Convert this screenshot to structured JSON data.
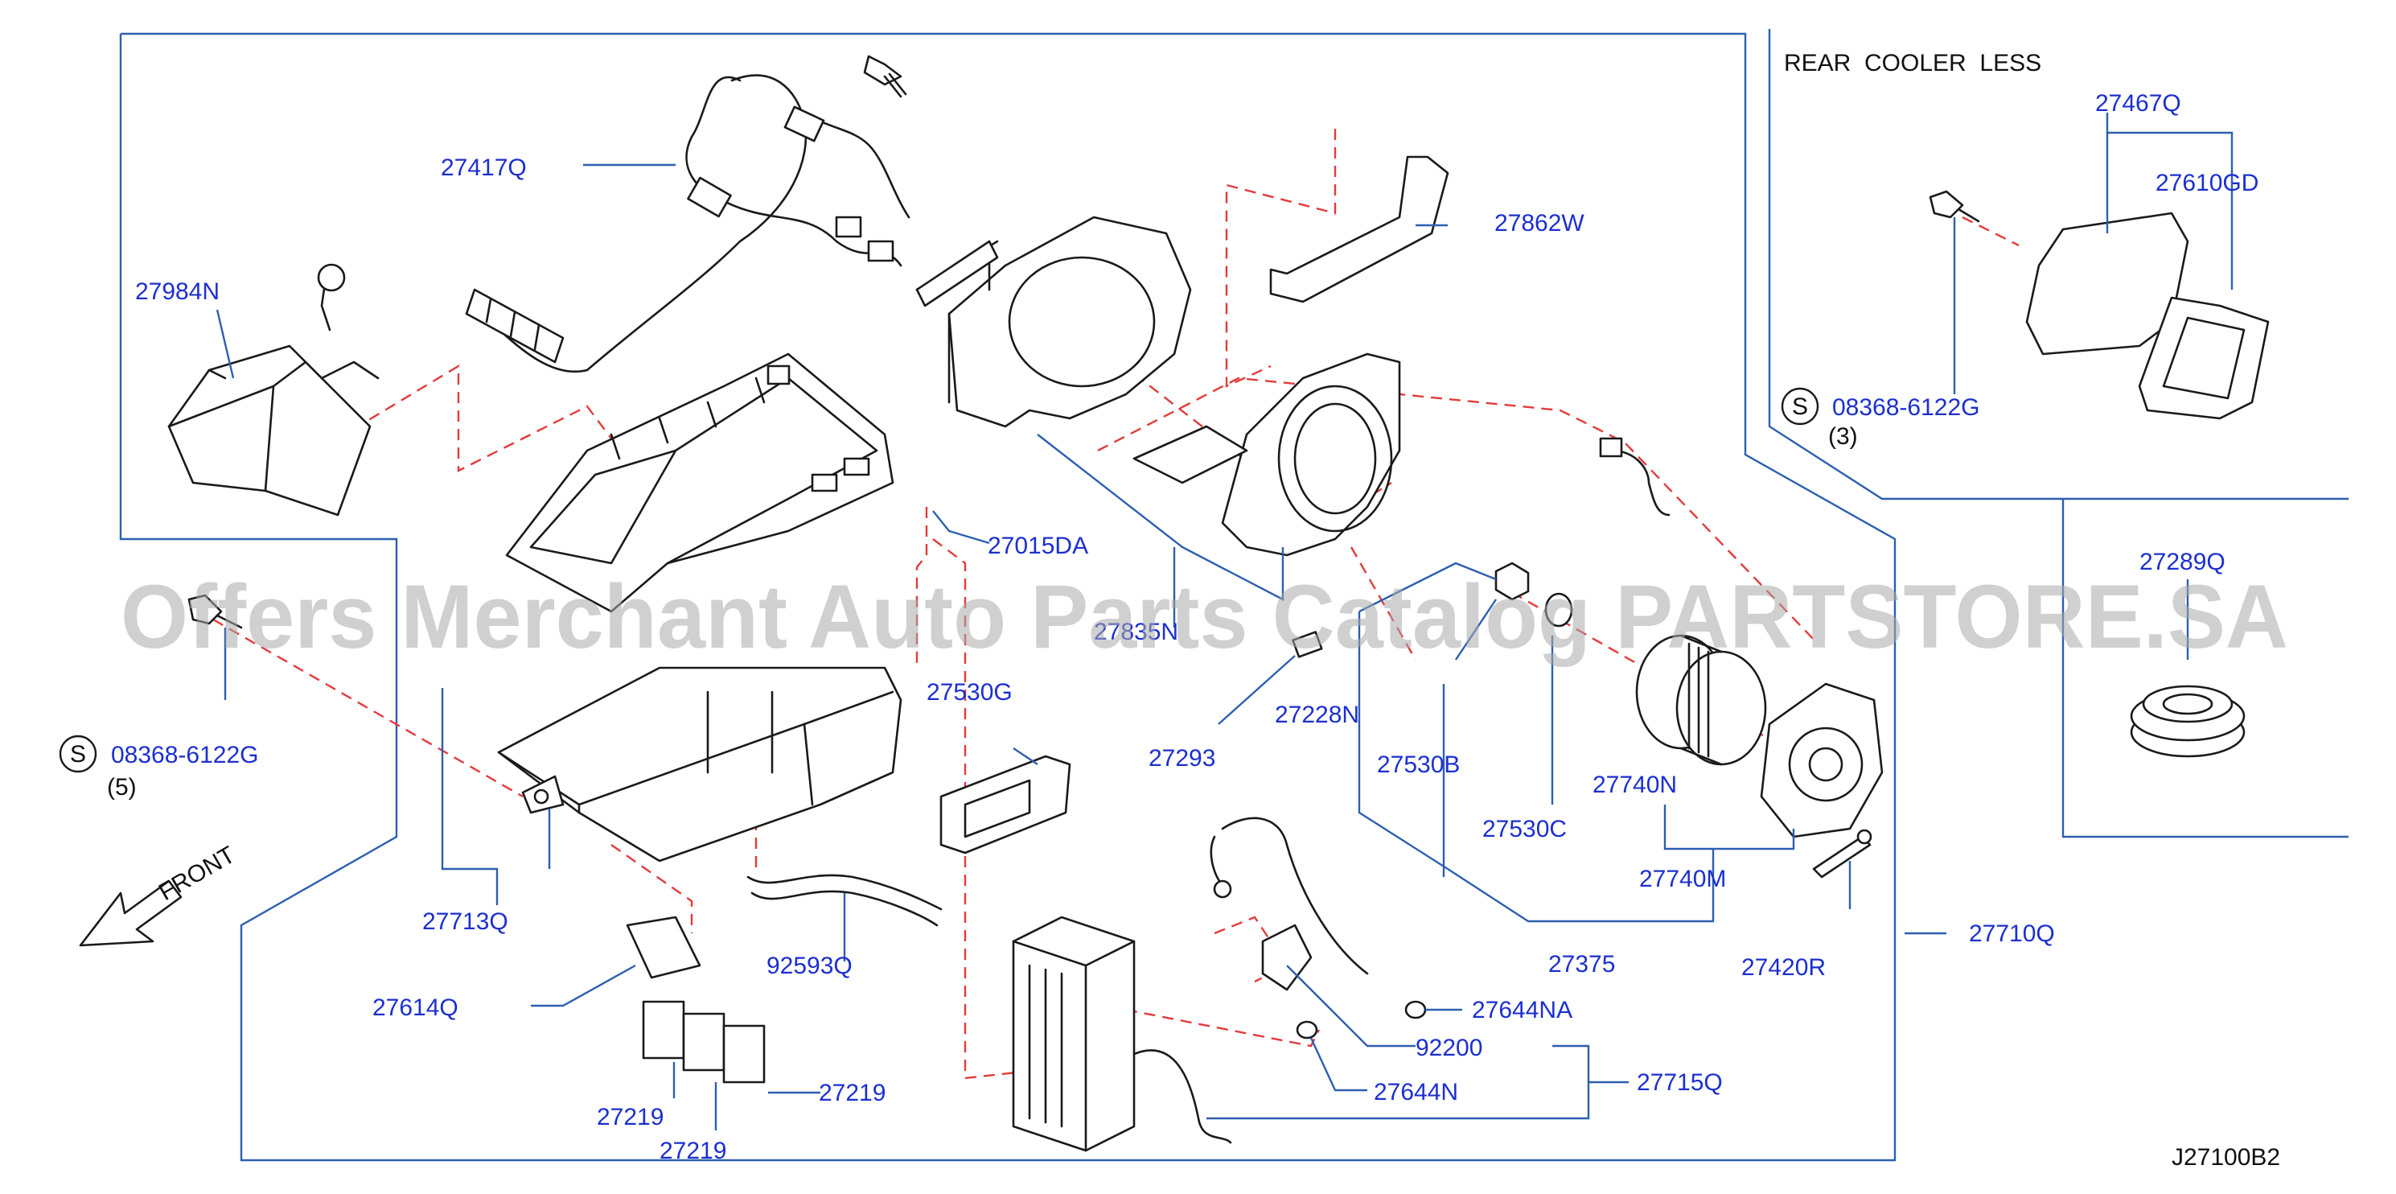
{
  "watermark": "Offers Merchant Auto Parts Catalog PARTSTORE.SA",
  "diagram_code": "J27100B2",
  "rear_cooler_note": "REAR  COOLER  LESS",
  "front_label": "FRONT",
  "parts": {
    "p27417Q": "27417Q",
    "p27984N": "27984N",
    "p27862W": "27862W",
    "p27015DA": "27015DA",
    "p27835N": "27835N",
    "p27530G": "27530G",
    "p27228N": "27228N",
    "p27293": "27293",
    "p27530B": "27530B",
    "p27530C": "27530C",
    "p27740N": "27740N",
    "p27740M": "27740M",
    "p27375": "27375",
    "p27420R": "27420R",
    "p27710Q": "27710Q",
    "p27713Q": "27713Q",
    "p92593Q": "92593Q",
    "p27614Q": "27614Q",
    "p27644NA": "27644NA",
    "p92200": "92200",
    "p27644N": "27644N",
    "p27715Q": "27715Q",
    "p27219a": "27219",
    "p27219b": "27219",
    "p27219c": "27219",
    "p27467Q": "27467Q",
    "p27610GD": "27610GD",
    "p27289Q": "27289Q"
  },
  "screws": [
    {
      "symbol": "S",
      "part": "08368-6122G",
      "qty": "(5)"
    },
    {
      "symbol": "S",
      "part": "08368-6122G",
      "qty": "(3)"
    }
  ]
}
